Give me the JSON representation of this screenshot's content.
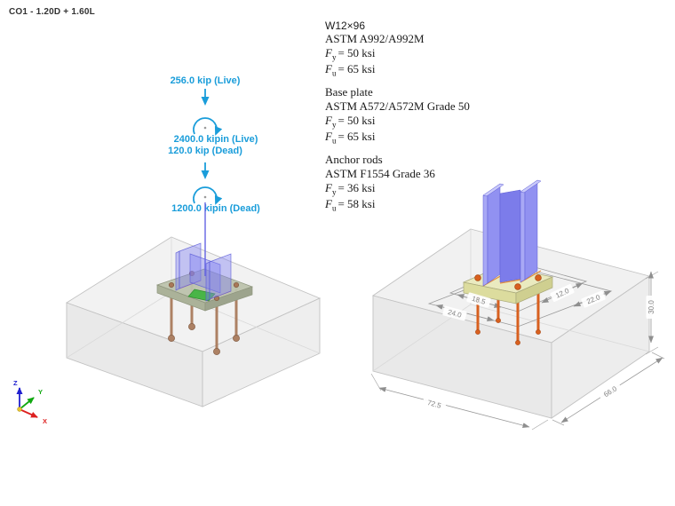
{
  "header": {
    "load_combination": "CO1 - 1.20D + 1.60L"
  },
  "materials": {
    "sym_f": "F",
    "sub_y": "y",
    "sub_u": "u",
    "column": {
      "section": "W12×96",
      "standard": "ASTM A992/A992M",
      "fy": "= 50 ksi",
      "fu": "= 65 ksi"
    },
    "base_plate": {
      "title": "Base plate",
      "standard": "ASTM A572/A572M Grade 50",
      "fy": "= 50 ksi",
      "fu": "= 65 ksi"
    },
    "anchor_rods": {
      "title": "Anchor rods",
      "standard": "ASTM F1554 Grade 36",
      "fy": "= 36 ksi",
      "fu": "= 58 ksi"
    }
  },
  "loads": {
    "axial_live": "256.0 kip (Live)",
    "moment_live": "2400.0 kipin (Live)",
    "axial_dead": "120.0 kip (Dead)",
    "moment_dead": "1200.0 kipin (Dead)"
  },
  "dimensions": {
    "rod_spacing_width": "18.5",
    "plate_width": "24.0",
    "rod_spacing_depth": "12.0",
    "plate_depth": "22.0",
    "block_height": "30.0",
    "block_depth": "66.0",
    "block_width": "72.5"
  },
  "axes": {
    "x": "X",
    "y": "Y",
    "z": "Z"
  },
  "colors": {
    "load": "#1A9DDA",
    "dim": "#808080",
    "column_steel": "#8080F0",
    "base_plate": "#EAEABF",
    "anchor_rod_orange": "#D8601F",
    "anchor_rod_brown": "#A87858",
    "concrete": "#EDEDED",
    "contact_green": "#3CB23C",
    "axis_x": "#DD2020",
    "axis_y": "#10A810",
    "axis_z": "#2020D0"
  }
}
